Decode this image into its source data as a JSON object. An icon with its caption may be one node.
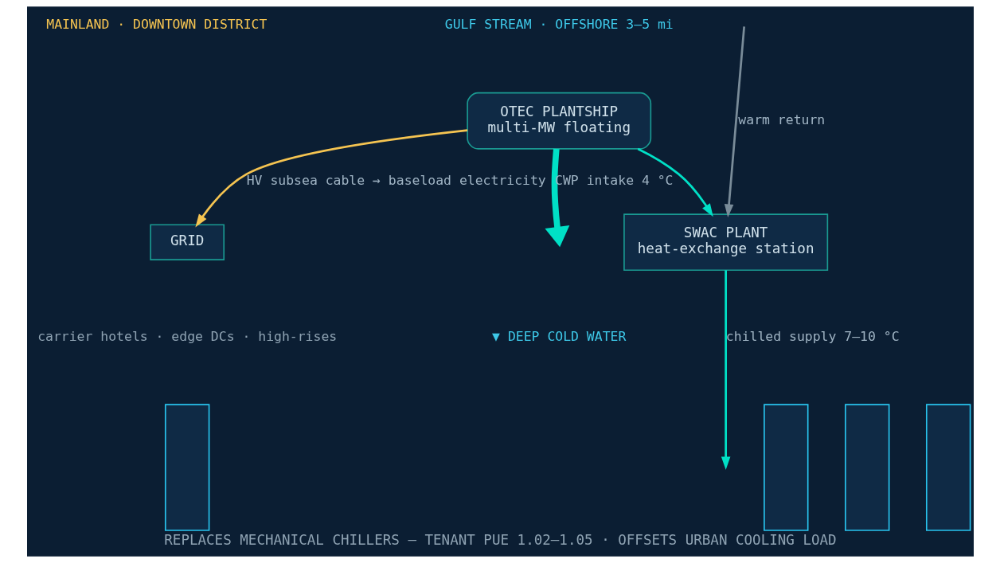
{
  "diagram": {
    "caption": "REPLACES MECHANICAL CHILLERS — TENANT PUE 1.02–1.05 · OFFSETS URBAN COOLING LOAD",
    "nodes": [
      {
        "text": [
          "OTEC PLANTSHIP",
          "multi-MW floating"
        ]
      },
      {
        "text": [
          "GRID"
        ]
      },
      {
        "text": [
          "SWAC PLANT",
          "heat-exchange station"
        ]
      },
      {
        "text": [],
        "shape": "bar"
      },
      {
        "text": [],
        "shape": "bar"
      },
      {
        "text": [],
        "shape": "bar"
      },
      {
        "text": [],
        "shape": "bar"
      }
    ],
    "edges": [
      {
        "from": 0,
        "to": 1,
        "arrow": "to",
        "label": "HV subsea cable → baseload electricity",
        "color": "#f5c451"
      },
      {
        "from": 0,
        "to": 2,
        "arrow": "to"
      },
      {
        "from": 0,
        "to": null,
        "arrow": "to",
        "label": "CWP intake 4 °C",
        "style": "thick"
      },
      {
        "from": 2,
        "to": null,
        "arrow": "to",
        "label": "chilled supply 7–10 °C"
      },
      {
        "from": null,
        "to": 2,
        "arrow": "to",
        "label": "warm return",
        "color": "#7a8c99"
      }
    ],
    "labels": [
      "GULF STREAM · OFFSHORE 3–5 mi",
      "MAINLAND · DOWNTOWN DISTRICT",
      "carrier hotels · edge DCs · high-rises",
      "▼ DEEP COLD WATER"
    ]
  }
}
